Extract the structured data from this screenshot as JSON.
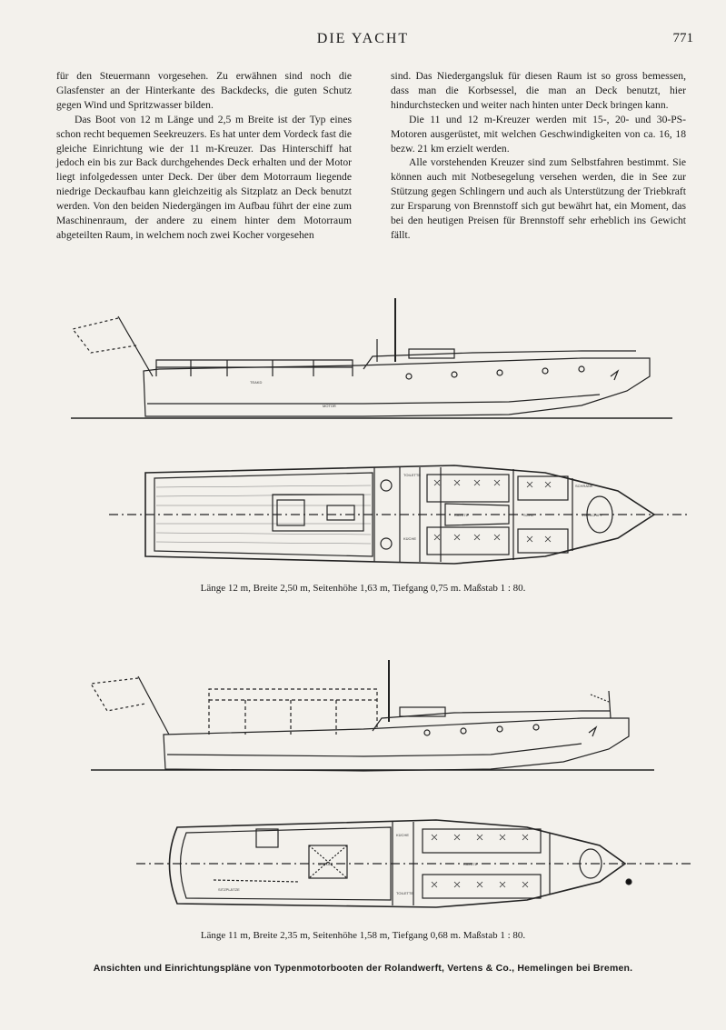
{
  "header": {
    "title": "DIE YACHT",
    "page_number": "771"
  },
  "text": {
    "left_column": [
      "für den Steuermann vorgesehen. Zu erwähnen sind noch die Glasfenster an der Hinterkante des Backdecks, die guten Schutz gegen Wind und Spritzwasser bilden.",
      "Das Boot von 12 m Länge und 2,5 m Breite ist der Typ eines schon recht bequemen Seekreuzers. Es hat unter dem Vordeck fast die gleiche Einrichtung wie der 11 m-Kreuzer. Das Hinterschiff hat jedoch ein bis zur Back durchgehendes Deck erhalten und der Motor liegt infolgedessen unter Deck. Der über dem Motorraum liegende niedrige Deckaufbau kann gleichzeitig als Sitzplatz an Deck benutzt werden. Von den beiden Niedergängen im Aufbau führt der eine zum Maschinenraum, der andere zu einem hinter dem Motorraum abgeteilten Raum, in welchem noch zwei Kocher vorgesehen"
    ],
    "right_column": [
      "sind. Das Niedergangsluk für diesen Raum ist so gross bemessen, dass man die Korbsessel, die man an Deck benutzt, hier hindurchstecken und weiter nach hinten unter Deck bringen kann.",
      "Die 11 und 12 m-Kreuzer werden mit 15-, 20- und 30-PS-Motoren ausgerüstet, mit welchen Geschwindigkeiten von ca. 16, 18 bezw. 21 km erzielt werden.",
      "Alle vorstehenden Kreuzer sind zum Selbstfahren bestimmt. Sie können auch mit Notbesegelung versehen werden, die in See zur Stützung gegen Schlingern und auch als Unterstützung der Triebkraft zur Ersparung von Brennstoff sich gut bewährt hat, ein Moment, das bei den heutigen Preisen für Brennstoff sehr erheblich ins Gewicht fällt."
    ]
  },
  "figures": {
    "boat_12m": {
      "caption": "Länge 12 m, Breite 2,50 m, Seitenhöhe 1,63 m, Tiefgang 0,75 m. Maßstab 1 : 80.",
      "labels": [
        "MOTOR",
        "TOILETTE",
        "KÜCHE",
        "KAJÜTE",
        "VORSCHIFF",
        "SCHRANK",
        "SOFA"
      ]
    },
    "boat_11m": {
      "caption": "Länge 11 m, Breite 2,35 m, Seitenhöhe 1,58 m, Tiefgang 0,68 m. Maßstab 1 : 80.",
      "labels": [
        "SITZPLÄTZE",
        "MOTOR",
        "KÜCHE",
        "TOILETTE",
        "KAJÜTE"
      ]
    }
  },
  "footer": "Ansichten und Einrichtungspläne von Typenmotorbooten der Rolandwerft, Vertens & Co., Hemelingen bei Bremen."
}
